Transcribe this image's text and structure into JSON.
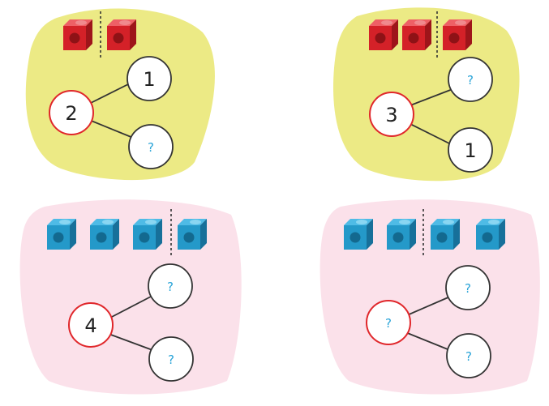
{
  "colors": {
    "yellow_blob": "#ecea85",
    "pink_blob": "#fbe1ea",
    "whole_ring": "#e0272b",
    "part_ring": "#333333",
    "red_cube": "#d42128",
    "blue_cube": "#2499c9",
    "question": "#2aa4d8"
  },
  "panels": [
    {
      "id": "top-left",
      "cube_color": "red",
      "cubes_left_group": 1,
      "cubes_right_group": 1,
      "whole": "2",
      "top_part": "1",
      "bottom_part": "?"
    },
    {
      "id": "top-right",
      "cube_color": "red",
      "cubes_left_group": 2,
      "cubes_right_group": 1,
      "whole": "3",
      "top_part": "?",
      "bottom_part": "1"
    },
    {
      "id": "bottom-left",
      "cube_color": "blue",
      "cubes_left_group": 3,
      "cubes_right_group": 1,
      "whole": "4",
      "top_part": "?",
      "bottom_part": "?"
    },
    {
      "id": "bottom-right",
      "cube_color": "blue",
      "cubes_left_group": 2,
      "cubes_right_group": 2,
      "whole": "?",
      "top_part": "?",
      "bottom_part": "?"
    }
  ]
}
